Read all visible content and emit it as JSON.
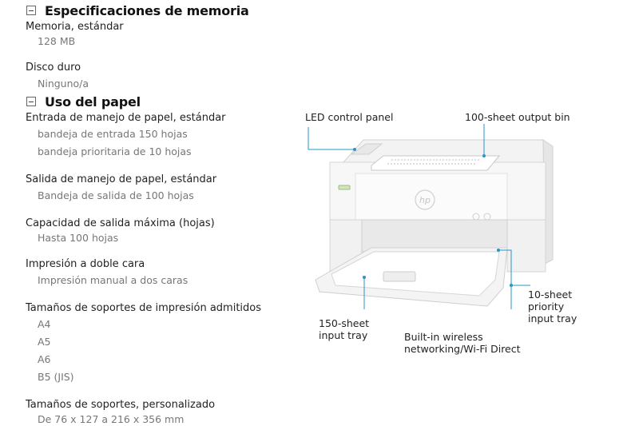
{
  "memory_section": {
    "title": "Especificaciones de memoria",
    "memory_label": "Memoria, estándar",
    "memory_value": "128 MB",
    "disk_label": "Disco duro",
    "disk_value": "Ninguno/a"
  },
  "paper_section": {
    "title": "Uso del papel",
    "input_label": "Entrada de manejo de papel, estándar",
    "input_values": [
      "bandeja de entrada 150 hojas",
      "bandeja prioritaria de 10 hojas"
    ],
    "output_label": "Salida de manejo de papel, estándar",
    "output_value": "Bandeja de salida de 100 hojas",
    "max_output_label": "Capacidad de salida máxima (hojas)",
    "max_output_value": "Hasta 100 hojas",
    "duplex_label": "Impresión a doble cara",
    "duplex_value": "Impresión manual a dos caras",
    "sizes_label": "Tamaños de soportes de impresión admitidos",
    "sizes": [
      "A4",
      "A5",
      "A6",
      "B5 (JIS)"
    ],
    "custom_label": "Tamaños de soportes, personalizado",
    "custom_value": "De 76 x 127 a 216 x 356 mm"
  },
  "diagram": {
    "callouts": {
      "led": "LED control panel",
      "output_bin": "100-sheet output bin",
      "priority_tray": [
        "10-sheet",
        "priority",
        "input tray"
      ],
      "input_tray": [
        "150-sheet",
        "input tray"
      ],
      "wireless": [
        "Built-in wireless",
        "networking/Wi-Fi Direct"
      ]
    },
    "brand_logo": "hp",
    "accent_color": "#2a94c6"
  }
}
